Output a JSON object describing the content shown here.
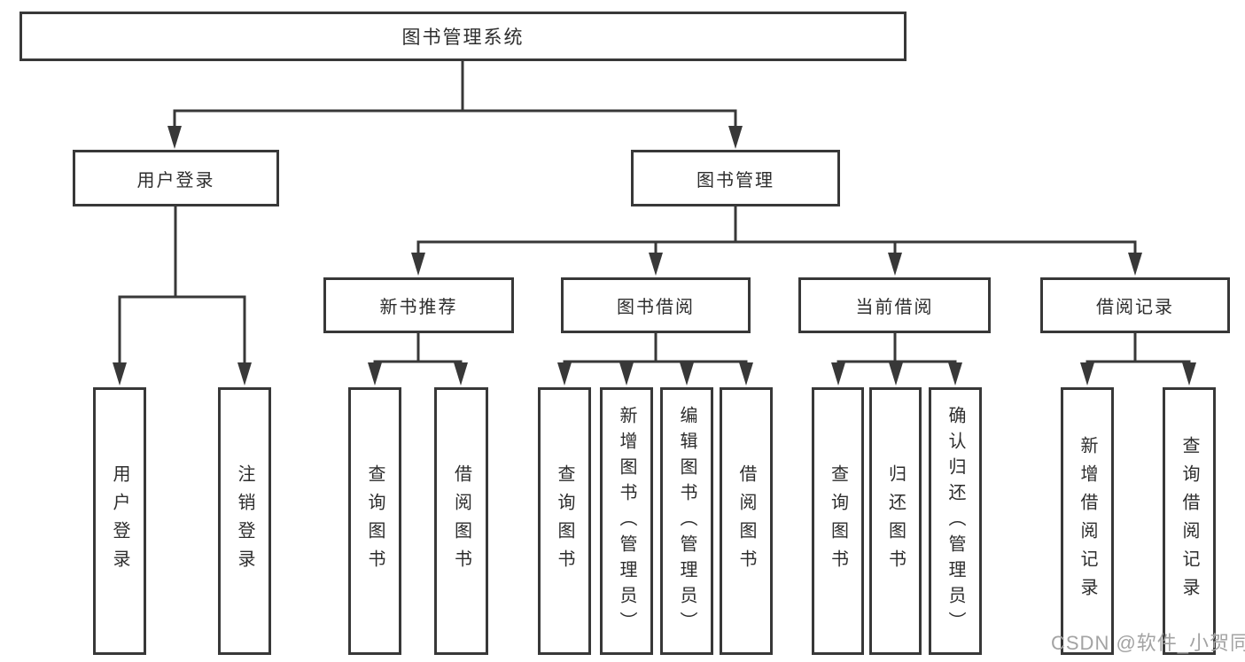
{
  "tree": {
    "root": {
      "label": "图书管理系统"
    },
    "branches": [
      {
        "label": "用户登录",
        "children": [
          {
            "label": "用户登录"
          },
          {
            "label": "注销登录"
          }
        ]
      },
      {
        "label": "图书管理",
        "groups": [
          {
            "label": "新书推荐",
            "children": [
              {
                "label": "查询图书"
              },
              {
                "label": "借阅图书"
              }
            ]
          },
          {
            "label": "图书借阅",
            "children": [
              {
                "label": "查询图书"
              },
              {
                "label": "新增图书（管理员）"
              },
              {
                "label": "编辑图书（管理员）"
              },
              {
                "label": "借阅图书"
              }
            ]
          },
          {
            "label": "当前借阅",
            "children": [
              {
                "label": "查询图书"
              },
              {
                "label": "归还图书"
              },
              {
                "label": "确认归还（管理员）"
              }
            ]
          },
          {
            "label": "借阅记录",
            "children": [
              {
                "label": "新增借阅记录"
              },
              {
                "label": "查询借阅记录"
              }
            ]
          }
        ]
      }
    ]
  },
  "watermark": {
    "text": "CSDN @软件_小贺同学"
  },
  "colors": {
    "line": "#383838",
    "text": "#2d2d2d",
    "watermark": "#a3a3a3",
    "background": "#ffffff"
  }
}
